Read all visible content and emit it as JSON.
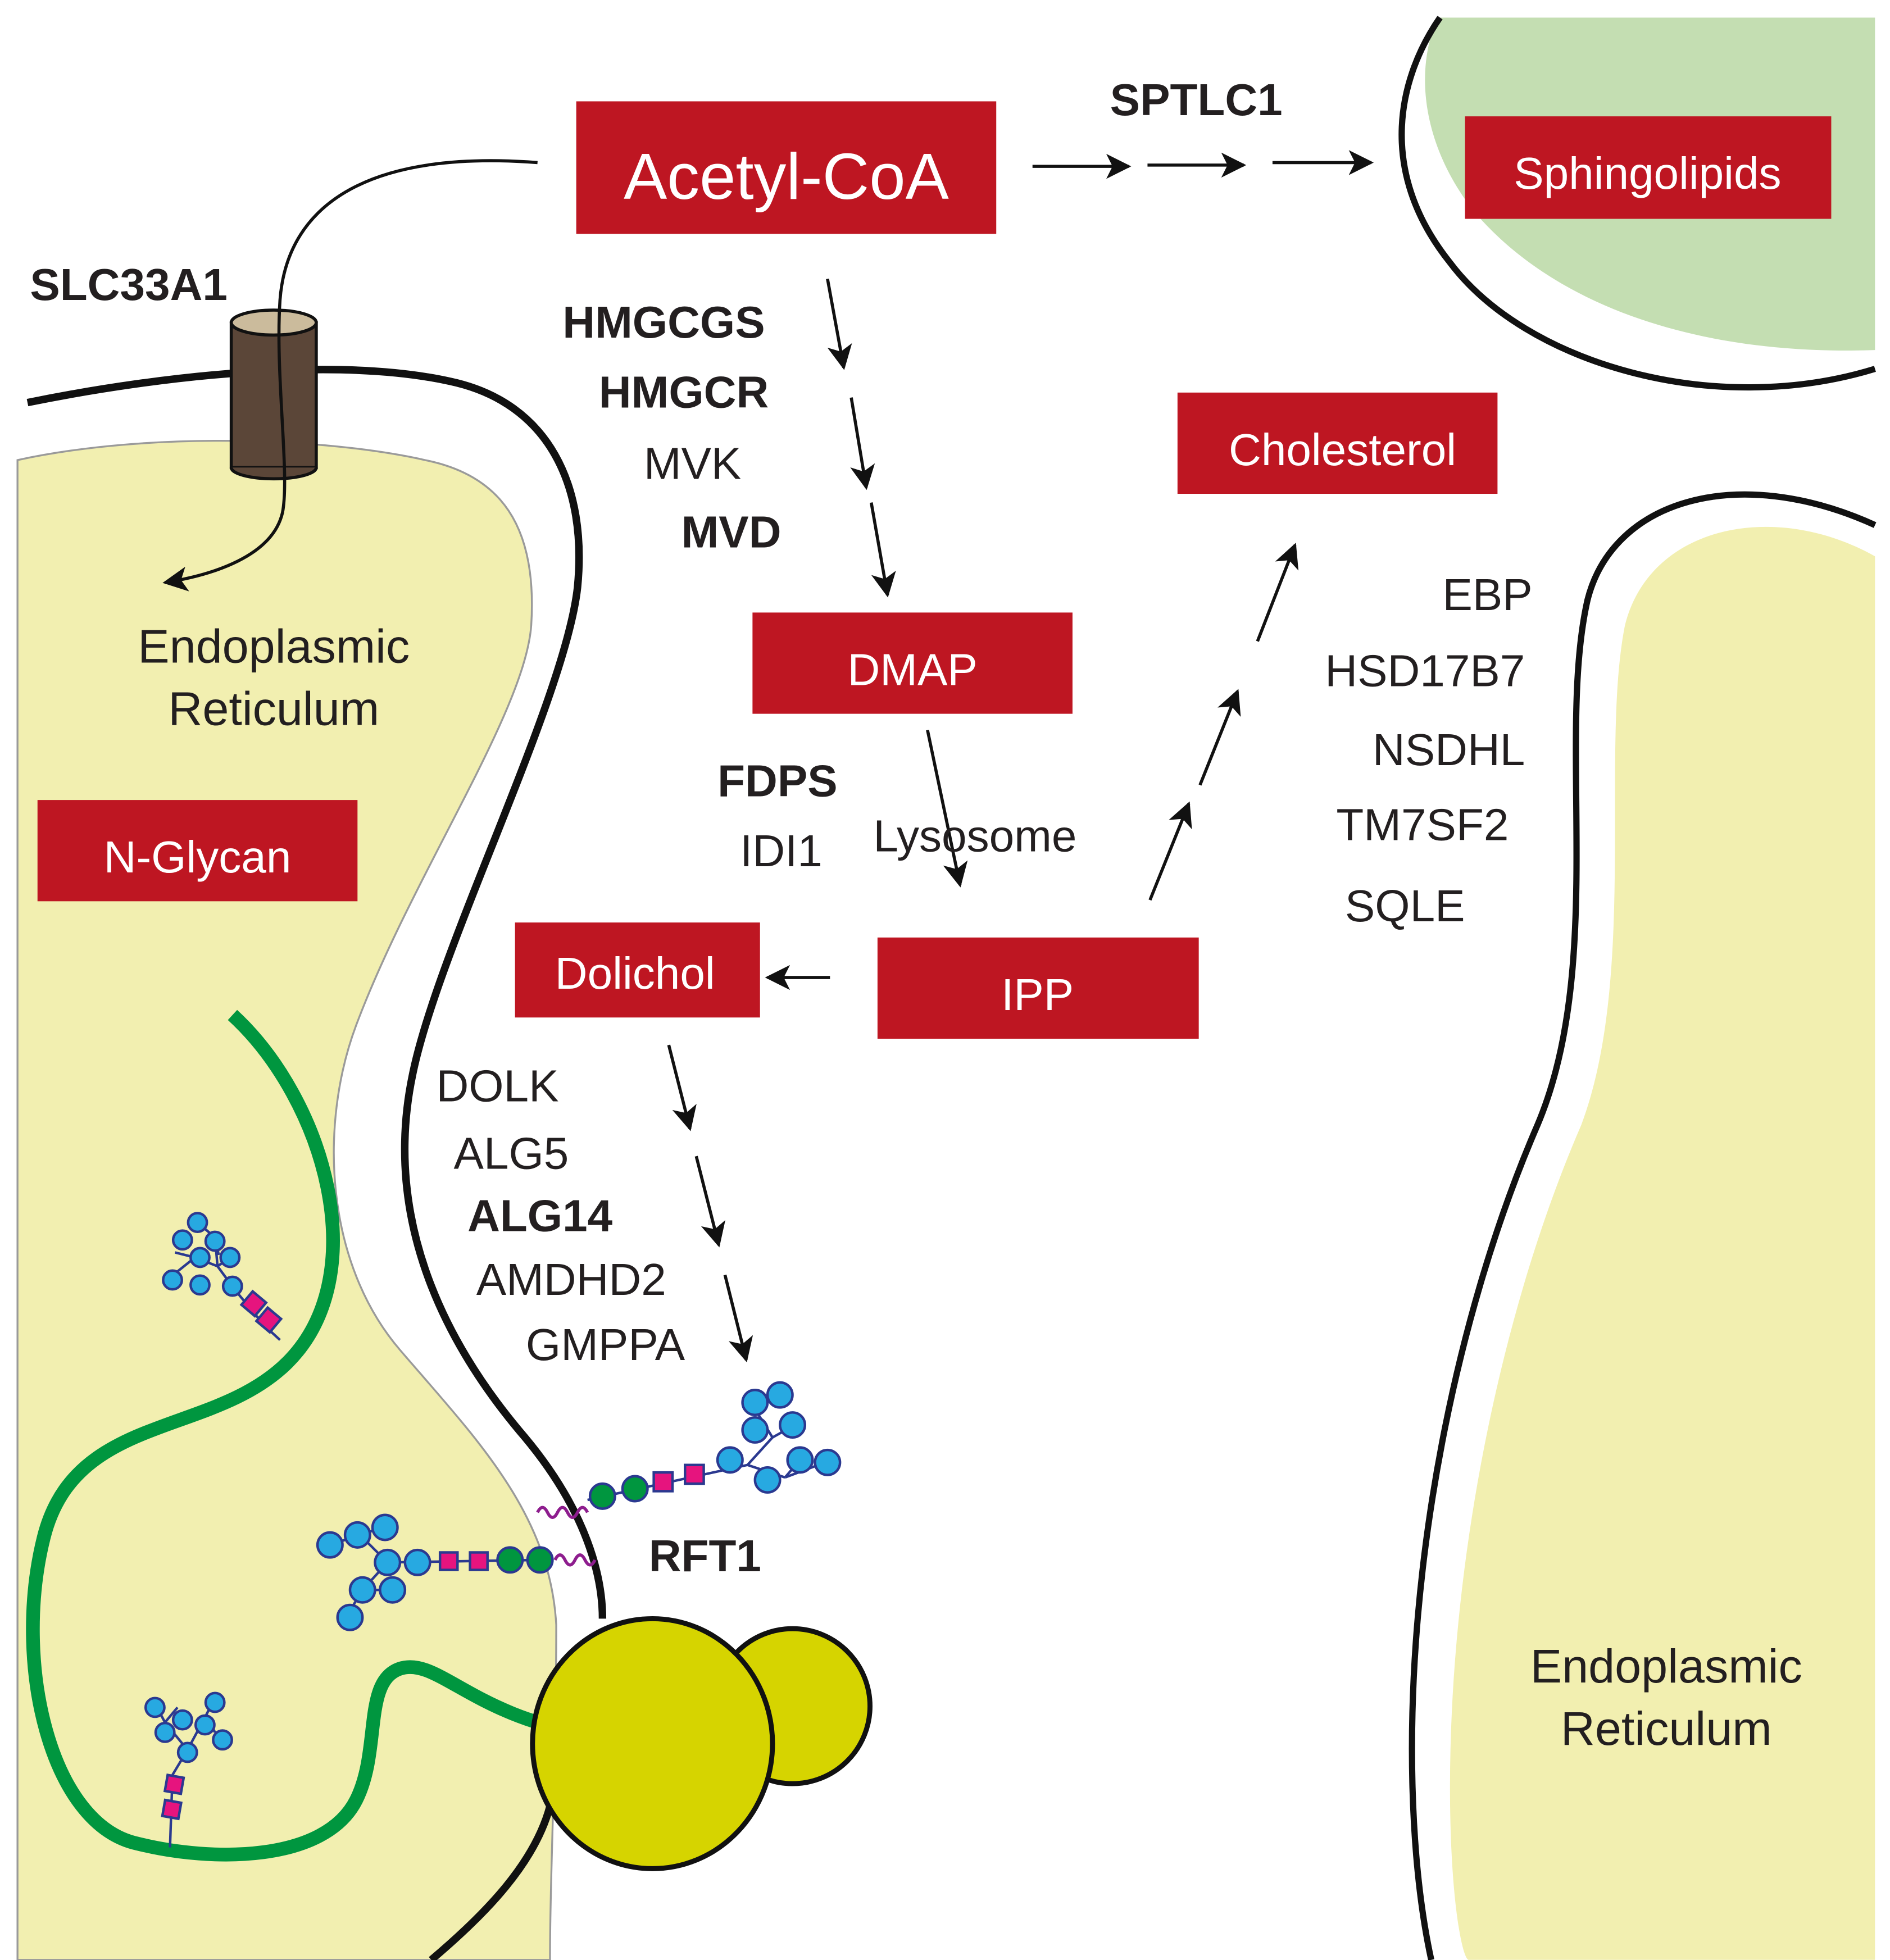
{
  "colors": {
    "box_fill": "#be1622",
    "box_text": "#ffffff",
    "er_fill": "#f2efb0",
    "golgi_fill": "#c4deb2",
    "membrane_stroke": "#111111",
    "protein_chain": "#00963f",
    "glucose_blue": "#27a9e1",
    "glcnac_magenta": "#e6147e",
    "mannose_green": "#00963f",
    "dolichol_purple": "#8e1d8e",
    "rft1_yellow": "#d6d400",
    "transporter_brown": "#5b4638",
    "transporter_cap": "#cbbb9c"
  },
  "boxes": {
    "acetyl_coa": "Acetyl-CoA",
    "sphingolipids": "Sphingolipids",
    "cholesterol": "Cholesterol",
    "dmap": "DMAP",
    "n_glycan": "N-Glycan",
    "dolichol": "Dolichol",
    "ipp": "IPP"
  },
  "genes": {
    "sptlc1": "SPTLC1",
    "slc33a1": "SLC33A1",
    "hmgcgs": "HMGCGS",
    "hmgcr": "HMGCR",
    "mvk": "MVK",
    "mvd": "MVD",
    "fdps": "FDPS",
    "idi1": "IDI1",
    "ebp": "EBP",
    "hsd17b7": "HSD17B7",
    "nsdhl": "NSDHL",
    "tm7sf2": "TM7SF2",
    "sqle": "SQLE",
    "dolk": "DOLK",
    "alg5": "ALG5",
    "alg14": "ALG14",
    "amdhd2": "AMDHD2",
    "gmppa": "GMPPA",
    "rft1": "RFT1"
  },
  "regions": {
    "er_left_line1": "Endoplasmic",
    "er_left_line2": "Reticulum",
    "er_right_line1": "Endoplasmic",
    "er_right_line2": "Reticulum",
    "lysosome": "Lysosome"
  },
  "icons": {
    "transporter": "slc33a1-transporter-icon",
    "rft1_protein": "rft1-flippase-icon",
    "glycan": "glycan-tree-icon"
  }
}
